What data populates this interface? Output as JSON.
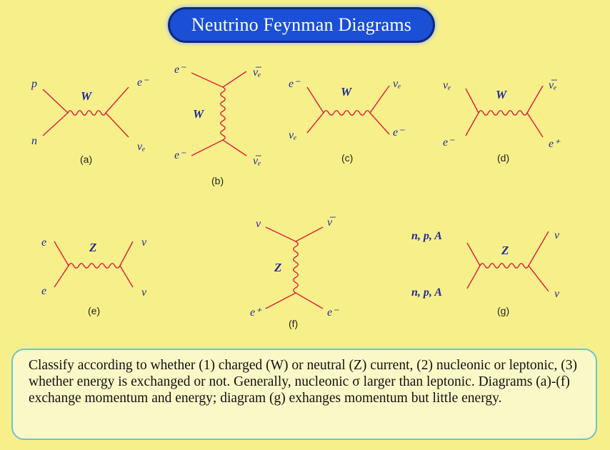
{
  "title": "Neutrino Feynman Diagrams",
  "diagrams": [
    {
      "id": "a",
      "caption": "(a)",
      "boson": "W",
      "labels": {
        "tl": "p",
        "bl": "n",
        "tr": "e⁻",
        "br": "νₑ"
      }
    },
    {
      "id": "b",
      "caption": "(b)",
      "boson": "W",
      "labels": {
        "tl": "e⁻",
        "bl": "e⁻",
        "tr": "ν̅ₑ",
        "br": "ν̅ₑ"
      }
    },
    {
      "id": "c",
      "caption": "(c)",
      "boson": "W",
      "labels": {
        "tl": "e⁻",
        "bl": "νₑ",
        "tr": "νₑ",
        "br": "e⁻"
      }
    },
    {
      "id": "d",
      "caption": "(d)",
      "boson": "W",
      "labels": {
        "tl": "νₑ",
        "bl": "e⁻",
        "tr": "ν̅ₑ",
        "br": "e⁺"
      }
    },
    {
      "id": "e",
      "caption": "(e)",
      "boson": "Z",
      "labels": {
        "tl": "e",
        "bl": "e",
        "tr": "ν",
        "br": "ν"
      }
    },
    {
      "id": "f",
      "caption": "(f)",
      "boson": "Z",
      "labels": {
        "tl": "ν",
        "bl": "e⁺",
        "tr": "ν̅",
        "br": "e⁻"
      }
    },
    {
      "id": "g",
      "caption": "(g)",
      "boson": "Z",
      "labels": {
        "tl": "n, p, A",
        "bl": "n, p, A",
        "tr": "ν",
        "br": "ν"
      }
    }
  ],
  "caption": "Classify according to whether (1) charged (W) or neutral (Z) current, (2) nucleonic or leptonic, (3) whether energy is exchanged or not.  Generally, nucleonic σ larger than leptonic.  Diagrams (a)-(f) exchange momentum and energy; diagram (g) exhanges momentum but little energy.",
  "colors": {
    "background": "#f7f08a",
    "banner": "#1a4fd6",
    "lines": "#e01a3c",
    "labels": "#1e2a9a"
  }
}
